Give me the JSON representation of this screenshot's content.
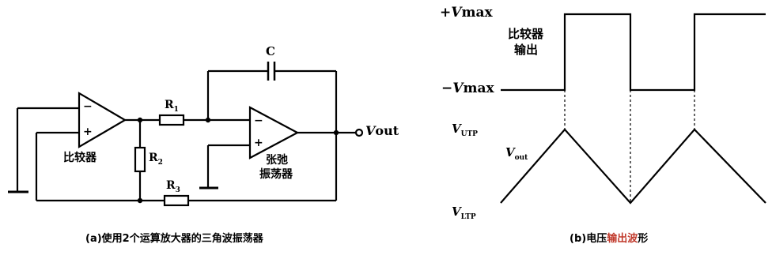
{
  "circuit": {
    "comparator_label": "比较器",
    "integrator_label_line1": "张弛",
    "integrator_label_line2": "振荡器",
    "capacitor": "C",
    "r1": "R",
    "r1_sub": "1",
    "r2": "R",
    "r2_sub": "2",
    "r3": "R",
    "r3_sub": "3",
    "output_v": "V",
    "output_rest": "out",
    "plus_sign": "+",
    "minus_sign": "−",
    "caption": "(a)使用2个运算放大器的三角波振荡器"
  },
  "waveform": {
    "vmax_pos_sign": "+",
    "vmax_pos_v": "V",
    "vmax_pos_rest": "max",
    "vmax_neg_sign": "−",
    "vmax_neg_v": "V",
    "vmax_neg_rest": "max",
    "comparator_output_line1": "比较器",
    "comparator_output_line2": "输出",
    "vutp_v": "V",
    "vutp_sub": "UTP",
    "vout_v": "V",
    "vout_sub": "out",
    "vltp_v": "V",
    "vltp_sub": "LTP",
    "caption_plain": "(b)电压",
    "caption_red": "输出波",
    "caption_tail": "形"
  }
}
